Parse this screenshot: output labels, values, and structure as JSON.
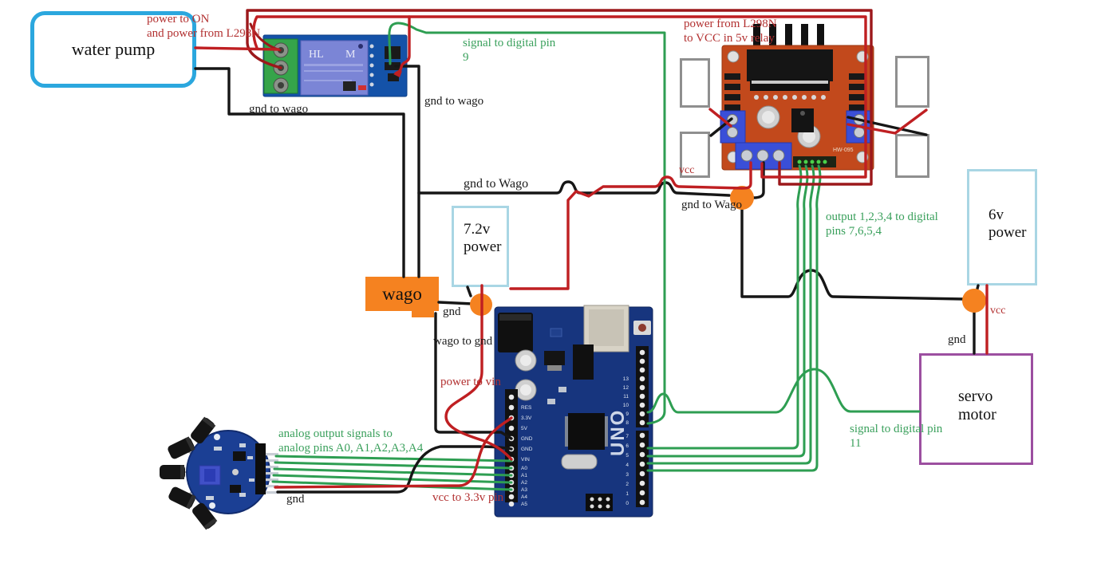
{
  "colors": {
    "wire_red": "#bf1f22",
    "wire_red_dark": "#9c181b",
    "wire_green": "#2e9e52",
    "wire_black": "#161616",
    "junction_orange": "#f58220",
    "pump_border": "#2ba7de",
    "power_box_border": "#a9d6e4",
    "servo_border": "#9c4fa0",
    "label_red": "#b23030",
    "label_green": "#3aa05c"
  },
  "boxes": {
    "water_pump": {
      "label": "water pump"
    },
    "power_72": {
      "line1": "7.2v",
      "line2": "power"
    },
    "power_6": {
      "line1": "6v",
      "line2": "power"
    },
    "servo": {
      "line1": "servo",
      "line2": "motor"
    },
    "wago": {
      "label": "wago"
    }
  },
  "boards": {
    "relay": {
      "chip_text_left": "HL",
      "chip_text_right": "M"
    },
    "l298n": {
      "marking": "HW-095"
    },
    "arduino": {
      "name": "UNO",
      "power_pins": [
        "RES",
        "3.3V",
        "5V",
        "GND",
        "GND",
        "VIN"
      ],
      "analog_pins": [
        "A0",
        "A1",
        "A2",
        "A3",
        "A4",
        "A5"
      ],
      "digital_pins_upper": [
        "13",
        "12",
        "11",
        "10",
        "9",
        "8"
      ],
      "digital_pins_lower": [
        "7",
        "6",
        "5",
        "4",
        "3",
        "2",
        "1",
        "0"
      ]
    }
  },
  "labels": [
    {
      "name": "power-to-on",
      "text": "power to ON"
    },
    {
      "name": "power-from-l298n",
      "text": "and power from L298N"
    },
    {
      "name": "signal-pin9-line1",
      "text": "signal to digital pin"
    },
    {
      "name": "signal-pin9-line2",
      "text": "9"
    },
    {
      "name": "l298n-power-line1",
      "text": "power from L298N"
    },
    {
      "name": "l298n-power-line2",
      "text": "to VCC in 5v relay"
    },
    {
      "name": "gnd-to-wago-pump",
      "text": "gnd to wago"
    },
    {
      "name": "gnd-to-wago-relay",
      "text": "gnd to wago"
    },
    {
      "name": "gnd-to-wago-mid",
      "text": "gnd to Wago"
    },
    {
      "name": "gnd-to-wago-l298n",
      "text": "gnd to Wago"
    },
    {
      "name": "vcc-l298n",
      "text": "vcc"
    },
    {
      "name": "outputs-line1",
      "text": "output 1,2,3,4 to digital"
    },
    {
      "name": "outputs-line2",
      "text": "pins 7,6,5,4"
    },
    {
      "name": "vcc-6v",
      "text": "vcc"
    },
    {
      "name": "gnd-6v",
      "text": "gnd"
    },
    {
      "name": "signal-pin11-line1",
      "text": "signal to digital pin"
    },
    {
      "name": "signal-pin11-line2",
      "text": "11"
    },
    {
      "name": "gnd-wago-out",
      "text": "gnd"
    },
    {
      "name": "wago-to-gnd",
      "text": "wago to gnd"
    },
    {
      "name": "power-to-vin",
      "text": "power to vin"
    },
    {
      "name": "vcc-to-33",
      "text": "vcc to 3.3v pin"
    },
    {
      "name": "analog-line1",
      "text": "analog output signals to"
    },
    {
      "name": "analog-line2",
      "text": "analog pins A0, A1,A2,A3,A4"
    },
    {
      "name": "gnd-flame",
      "text": "gnd"
    }
  ]
}
